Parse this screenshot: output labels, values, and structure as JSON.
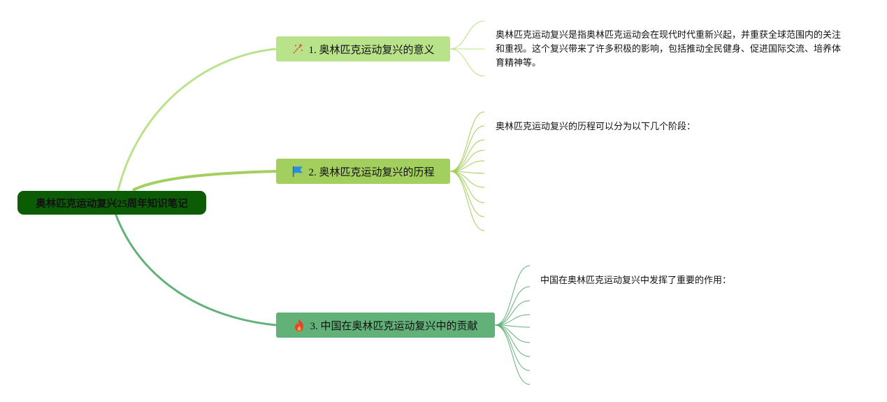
{
  "mindmap": {
    "root": {
      "label": "奥林匹克运动复兴25周年知识笔记",
      "color": "#0c5b05"
    },
    "branches": [
      {
        "label": "1. 奥林匹克运动复兴的意义",
        "icon": "sparkle-wand-icon",
        "color": "#b8e38a",
        "note": "奥林匹克运动复兴是指奥林匹克运动会在现代时代重新兴起，并重获全球范围内的关注和重视。这个复兴带来了许多积极的影响，包括推动全民健身、促进国际交流、培养体育精神等。"
      },
      {
        "label": "2. 奥林匹克运动复兴的历程",
        "icon": "blue-flag-icon",
        "color": "#a2cf5e",
        "note": "奥林匹克运动复兴的历程可以分为以下几个阶段："
      },
      {
        "label": "3. 中国在奥林匹克运动复兴中的贡献",
        "icon": "fire-icon",
        "color": "#62b178",
        "note": "中国在奥林匹克运动复兴中发挥了重要的作用："
      }
    ]
  }
}
